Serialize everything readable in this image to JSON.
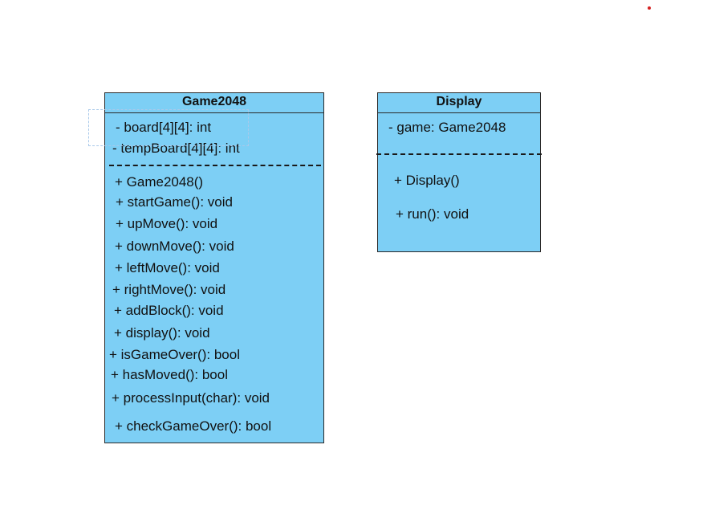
{
  "classes": [
    {
      "name": "Game2048",
      "attributes": [
        "- board[4][4]: int",
        "- tempBoard[4][4]: int"
      ],
      "methods": [
        "+ Game2048()",
        "+ startGame(): void",
        "+ upMove(): void",
        "+ downMove(): void",
        "+ leftMove(): void",
        "+ rightMove(): void",
        "+ addBlock():  void",
        "+ display(): void",
        "+ isGameOver(): bool",
        "+ hasMoved(): bool",
        "+ processInput(char): void",
        "+ checkGameOver(): bool"
      ]
    },
    {
      "name": "Display",
      "attributes": [
        "- game: Game2048"
      ],
      "methods": [
        "+ Display()",
        "+ run(): void"
      ]
    }
  ],
  "colors": {
    "class_fill": "#7dcff5",
    "border": "#2a2a2a",
    "marker": "#d42020",
    "selection": "#a9c9ea"
  }
}
